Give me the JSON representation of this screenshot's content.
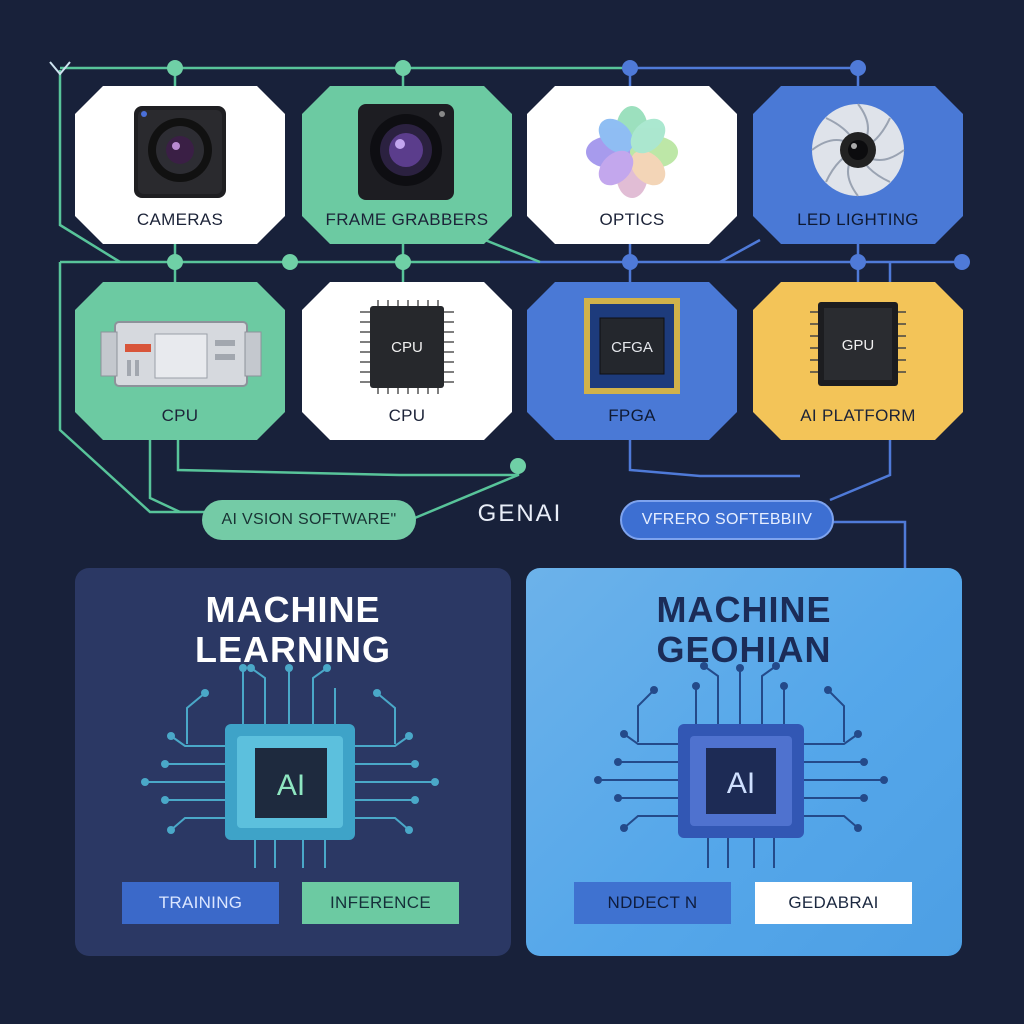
{
  "hardware": {
    "cameras": "CAMERAS",
    "frame_grabbers": "FRAME GRABBERS",
    "optics": "OPTICS",
    "led_lighting": "LED LIGHTING",
    "cpu_module": "CPU",
    "cpu_chip_label": "CPU",
    "cpu": "CPU",
    "fpga_chip_label": "CFGA",
    "fpga": "FPGA",
    "gpu_chip_label": "GPU",
    "ai_platform": "AI PLATFORM"
  },
  "software": {
    "ai_vision": "AI VSION SOFTWAREʺ",
    "center": "GENAI",
    "vfrero": "VFRERO SOFTEBBIIV"
  },
  "panels": {
    "left": {
      "title_line1": "MACHINE",
      "title_line2": "LEARNING",
      "chip_label": "AI",
      "tag1": "TRAINING",
      "tag2": "INFERENCE"
    },
    "right": {
      "title_line1": "MACHINE",
      "title_line2": "GEOHIAN",
      "chip_label": "AI",
      "tag1": "NDDECT N",
      "tag2": "GEDABRAI"
    }
  },
  "colors": {
    "background": "#18213a",
    "teal": "#6ccaa2",
    "blue": "#4a79d6",
    "amber": "#f3c458",
    "wire_teal": "#58c49a",
    "wire_blue": "#4f7ad8"
  }
}
